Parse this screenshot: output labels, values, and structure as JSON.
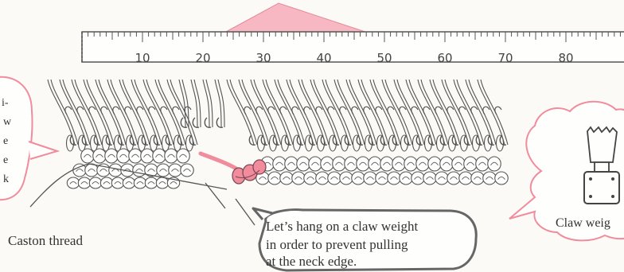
{
  "ruler": {
    "tick_labels": [
      "10",
      "20",
      "30",
      "40",
      "50",
      "60",
      "70",
      "80"
    ]
  },
  "left_bubble": {
    "fragments": [
      "i-",
      "w",
      "e",
      "e",
      "k"
    ]
  },
  "labels": {
    "caston_thread": "Caston thread",
    "claw_weight": "Claw weig"
  },
  "callout": {
    "lines": [
      "Let’s hang on a claw weight",
      "in order to prevent pulling",
      "at the neck edge."
    ]
  },
  "colors": {
    "accent_pink": "#f08c9c",
    "fill_pink": "#f7b8c3",
    "ink": "#555555",
    "paper": "#fbfaf6"
  }
}
